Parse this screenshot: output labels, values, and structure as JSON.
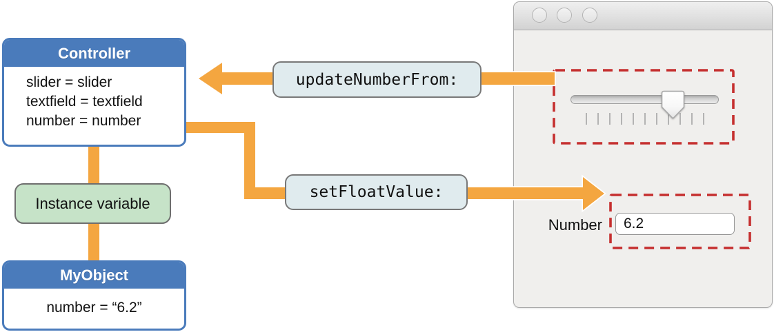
{
  "diagram": {
    "controller": {
      "title": "Controller",
      "lines": [
        "slider = slider",
        "textfield = textfield",
        "number = number"
      ]
    },
    "instance_variable_label": "Instance variable",
    "myobject": {
      "title": "MyObject",
      "line": "number = “6.2”"
    },
    "messages": {
      "update_number_from": "updateNumberFrom:",
      "set_float_value": "setFloatValue:"
    }
  },
  "app_window": {
    "number_label": "Number",
    "number_value": "6.2",
    "slider": {
      "tick_count": 11,
      "thumb_position_pct": 69
    }
  },
  "colors": {
    "box_blue": "#4A7BBB",
    "green_fill": "#C6E3C8",
    "pill_fill": "#E0EBEE",
    "arrow_orange": "#F4A640",
    "highlight_red": "#C52F2F",
    "window_bg": "#F0EFED"
  }
}
